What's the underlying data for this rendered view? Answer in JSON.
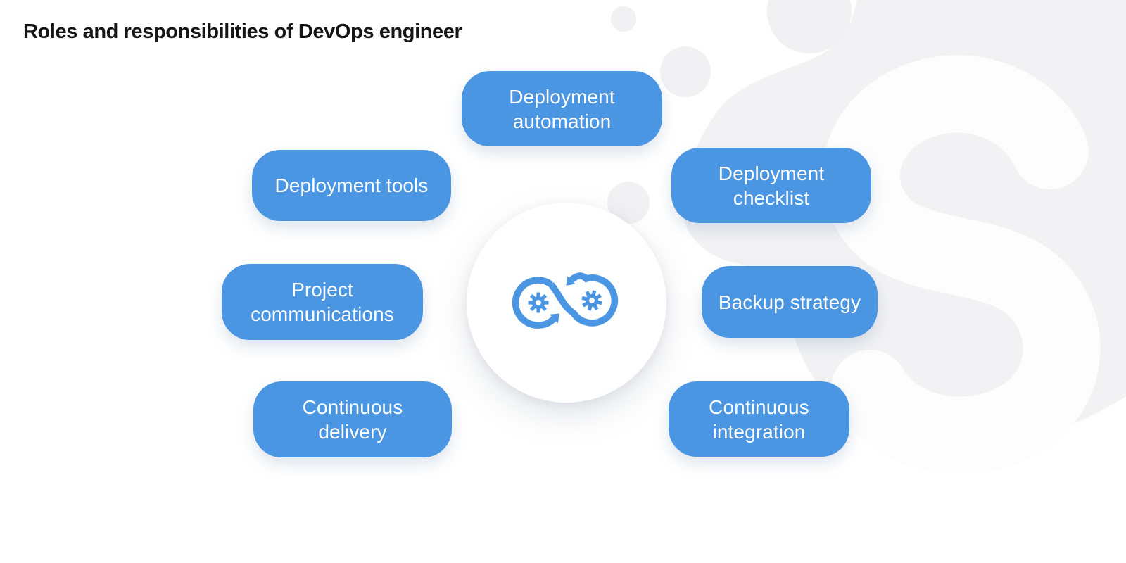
{
  "title": "Roles and responsibilities of DevOps engineer",
  "pills": [
    {
      "id": "deployment-automation",
      "label": "Deployment\nautomation"
    },
    {
      "id": "deployment-tools",
      "label": "Deployment tools"
    },
    {
      "id": "deployment-checklist",
      "label": "Deployment\nchecklist"
    },
    {
      "id": "project-communications",
      "label": "Project\ncommunications"
    },
    {
      "id": "backup-strategy",
      "label": "Backup strategy"
    },
    {
      "id": "continuous-delivery",
      "label": "Continuous\ndelivery"
    },
    {
      "id": "continuous-integration",
      "label": "Continuous\nintegration"
    }
  ],
  "center": {
    "icon": "devops-infinity-gears-icon"
  },
  "watermark": {
    "letter": "S"
  },
  "colors": {
    "accent_blue": "#4B96E2",
    "pill_text": "#FFFFFF",
    "title_text": "#151515",
    "watermark_gray": "#F2F2F4",
    "watermark_letter": "#FDFDFD",
    "background": "#FFFFFF"
  }
}
